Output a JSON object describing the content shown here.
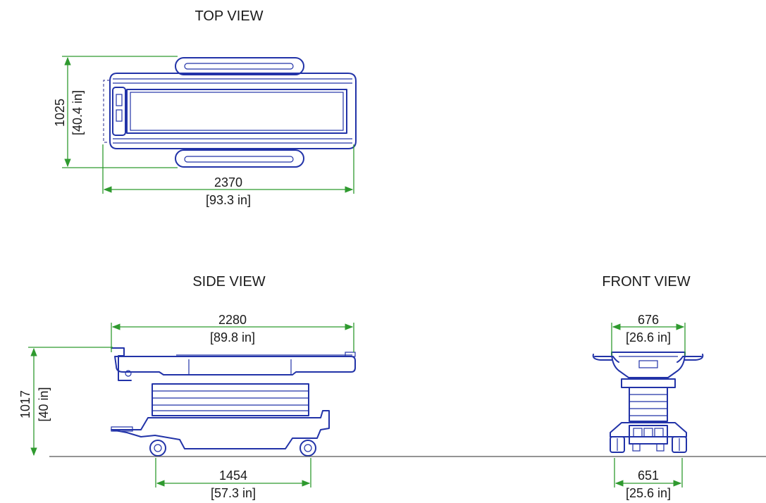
{
  "views": {
    "top": {
      "title": "TOP VIEW",
      "width_mm": "1025",
      "width_in": "[40.4 in]",
      "length_mm": "2370",
      "length_in": "[93.3 in]"
    },
    "side": {
      "title": "SIDE VIEW",
      "length_mm": "2280",
      "length_in": "[89.8 in]",
      "height_mm": "1017",
      "height_in": "[40 in]",
      "wheelbase_mm": "1454",
      "wheelbase_in": "[57.3 in]"
    },
    "front": {
      "title": "FRONT VIEW",
      "top_width_mm": "676",
      "top_width_in": "[26.6 in]",
      "base_width_mm": "651",
      "base_width_in": "[25.6 in]"
    }
  },
  "colors": {
    "outline": "#2233a8",
    "dimension": "#2f9a2f",
    "ground": "#555555"
  }
}
